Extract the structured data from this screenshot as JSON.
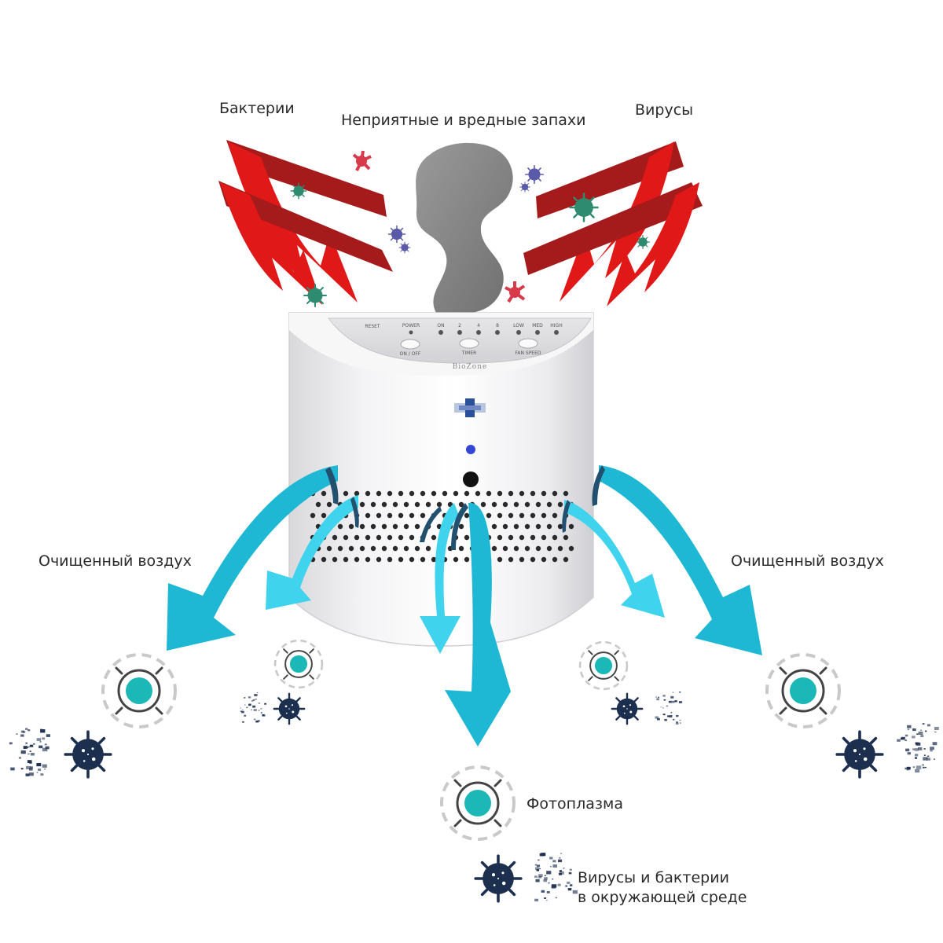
{
  "labels": {
    "bacteria": "Бактерии",
    "odors": "Неприятные и вредные запахи",
    "viruses": "Вирусы",
    "clean_air_left": "Очищенный воздух",
    "clean_air_right": "Очищенный воздух",
    "photoplasma": "Фотоплазма",
    "env_line1": "Вирусы и бактерии",
    "env_line2": "в окружающей среде"
  },
  "device": {
    "brand": "BioZone",
    "panel": {
      "reset": "RESET",
      "power": "POWER",
      "on": "ON",
      "t2": "2",
      "t4": "4",
      "t8": "8",
      "low": "LOW",
      "med": "MED",
      "high": "HIGH",
      "on_off": "ON / OFF",
      "timer": "TIMER",
      "fan_speed": "FAN SPEED"
    }
  },
  "colors": {
    "incoming_arrow": "#e01818",
    "incoming_arrow_dark": "#a51a1a",
    "outgoing_arrow": "#1fb8d4",
    "outgoing_arrow_light": "#3fd3ee",
    "smoke": "#8c8c8c",
    "photoplasma_core": "#1cb8b8",
    "germ_green": "#2e8b6f",
    "germ_purple": "#5a5aa8",
    "germ_red": "#d83a4a",
    "virus_navy": "#1d2f4f"
  }
}
